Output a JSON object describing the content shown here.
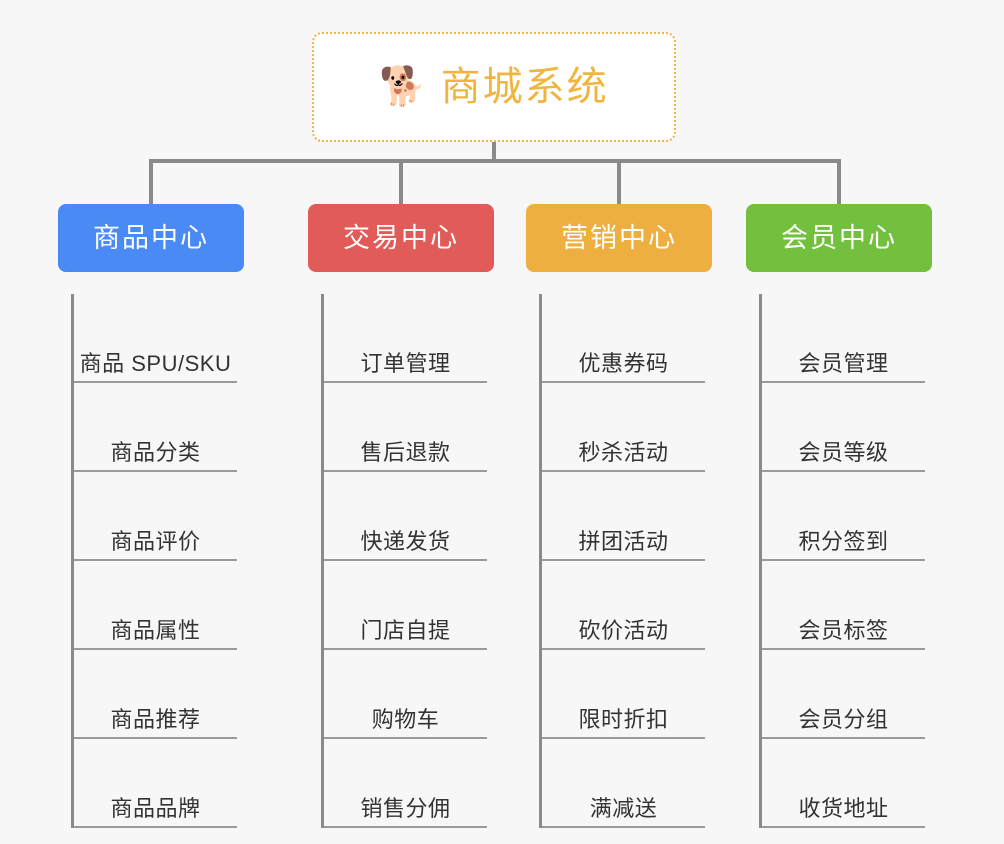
{
  "root": {
    "icon": "shiba-dog-face-emoji",
    "icon_glyph": "🐕",
    "title": "商城系统",
    "title_color": "#f0b53f",
    "border_color": "#eeb24a"
  },
  "categories": [
    {
      "label": "商品中心",
      "color": "#4a8af4",
      "items": [
        "商品 SPU/SKU",
        "商品分类",
        "商品评价",
        "商品属性",
        "商品推荐",
        "商品品牌"
      ]
    },
    {
      "label": "交易中心",
      "color": "#e15b58",
      "items": [
        "订单管理",
        "售后退款",
        "快递发货",
        "门店自提",
        "购物车",
        "销售分佣"
      ]
    },
    {
      "label": "营销中心",
      "color": "#eeaf41",
      "items": [
        "优惠券码",
        "秒杀活动",
        "拼团活动",
        "砍价活动",
        "限时折扣",
        "满减送"
      ]
    },
    {
      "label": "会员中心",
      "color": "#72c03e",
      "items": [
        "会员管理",
        "会员等级",
        "积分签到",
        "会员标签",
        "会员分组",
        "收货地址"
      ]
    }
  ],
  "connector_color": "#8a8a8a",
  "background_color": "#f7f7f7"
}
